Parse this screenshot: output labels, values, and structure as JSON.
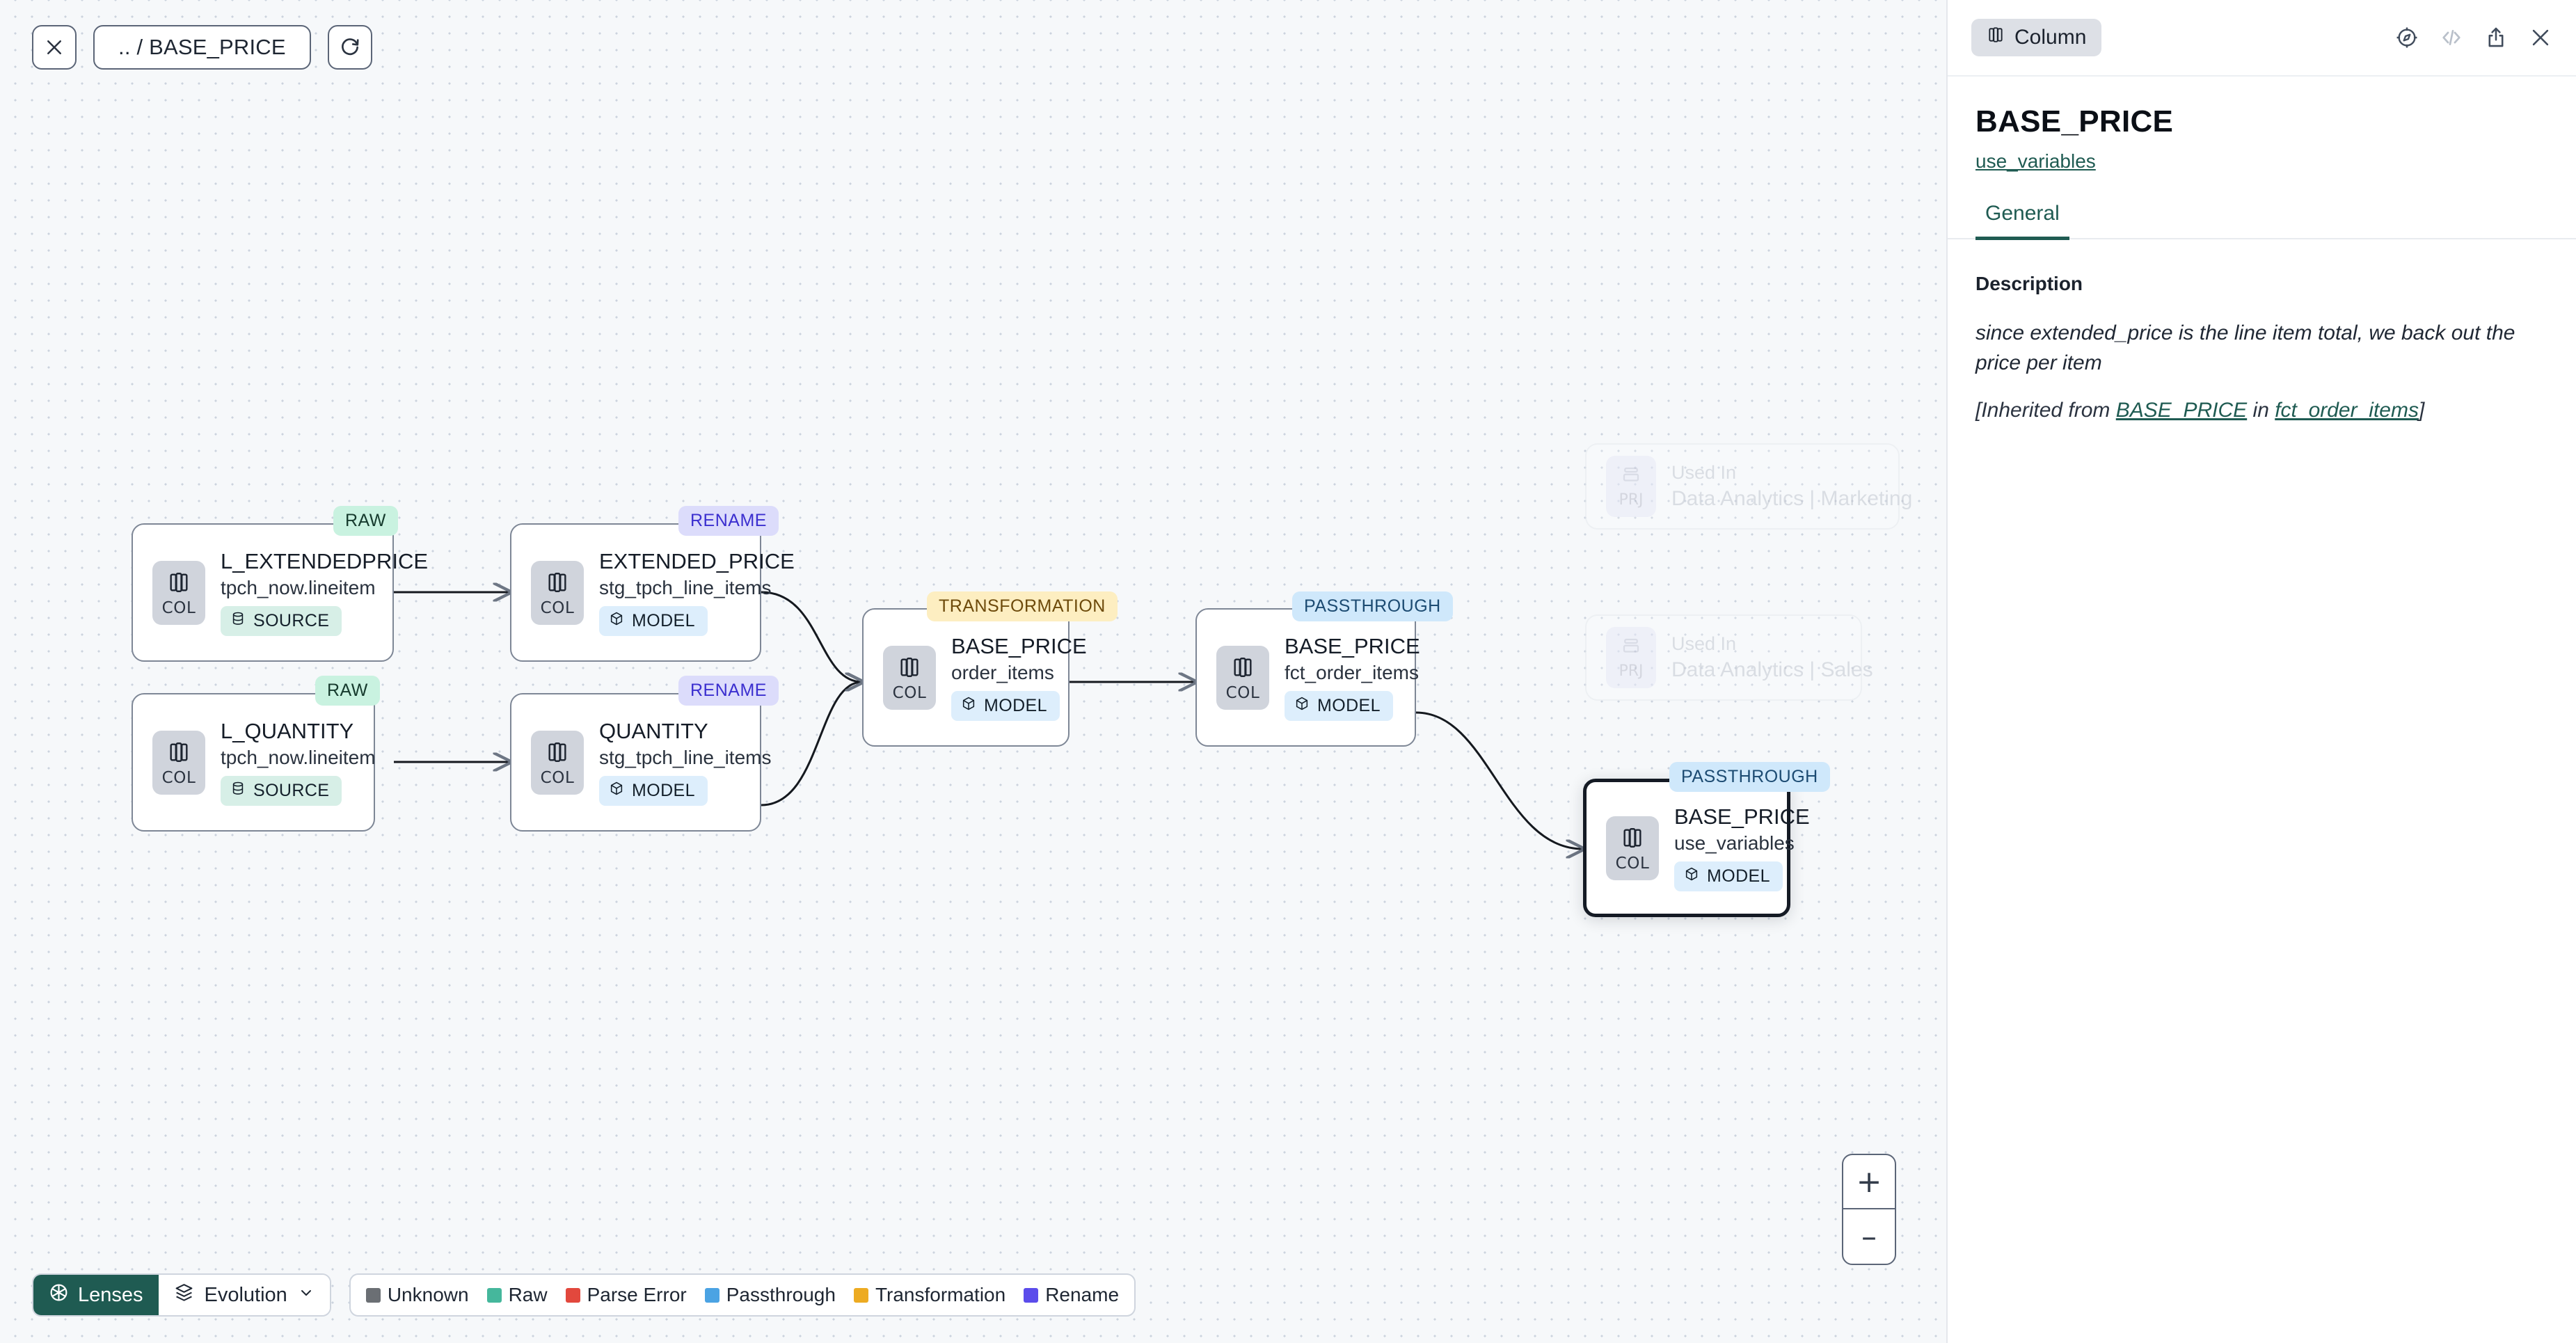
{
  "toolbar": {
    "close_icon": "close-icon",
    "breadcrumb": ".. / BASE_PRICE",
    "refresh_icon": "refresh-icon"
  },
  "graph": {
    "nodes": [
      {
        "id": "l_extendedprice",
        "title": "L_EXTENDEDPRICE",
        "subtitle": "tpch_now.lineitem",
        "icon_tag": "COL",
        "chip": "SOURCE",
        "chip_kind": "source",
        "badge": "RAW",
        "badge_kind": "raw",
        "selected": false
      },
      {
        "id": "l_quantity",
        "title": "L_QUANTITY",
        "subtitle": "tpch_now.lineitem",
        "icon_tag": "COL",
        "chip": "SOURCE",
        "chip_kind": "source",
        "badge": "RAW",
        "badge_kind": "raw",
        "selected": false
      },
      {
        "id": "extended_price",
        "title": "EXTENDED_PRICE",
        "subtitle": "stg_tpch_line_items",
        "icon_tag": "COL",
        "chip": "MODEL",
        "chip_kind": "model",
        "badge": "RENAME",
        "badge_kind": "rename",
        "selected": false
      },
      {
        "id": "quantity",
        "title": "QUANTITY",
        "subtitle": "stg_tpch_line_items",
        "icon_tag": "COL",
        "chip": "MODEL",
        "chip_kind": "model",
        "badge": "RENAME",
        "badge_kind": "rename",
        "selected": false
      },
      {
        "id": "base_price_order_items",
        "title": "BASE_PRICE",
        "subtitle": "order_items",
        "icon_tag": "COL",
        "chip": "MODEL",
        "chip_kind": "model",
        "badge": "TRANSFORMATION",
        "badge_kind": "transformation",
        "selected": false
      },
      {
        "id": "base_price_fct",
        "title": "BASE_PRICE",
        "subtitle": "fct_order_items",
        "icon_tag": "COL",
        "chip": "MODEL",
        "chip_kind": "model",
        "badge": "PASSTHROUGH",
        "badge_kind": "passthrough",
        "selected": false
      },
      {
        "id": "base_price_use_variables",
        "title": "BASE_PRICE",
        "subtitle": "use_variables",
        "icon_tag": "COL",
        "chip": "MODEL",
        "chip_kind": "model",
        "badge": "PASSTHROUGH",
        "badge_kind": "passthrough",
        "selected": true
      }
    ],
    "ghost_nodes": [
      {
        "id": "used-in-marketing",
        "icon_tag": "PRJ",
        "line1": "Used In",
        "line2": "Data Analytics | Marketing"
      },
      {
        "id": "used-in-sales",
        "icon_tag": "PRJ",
        "line1": "Used In",
        "line2": "Data Analytics | Sales"
      }
    ]
  },
  "bottom": {
    "lenses_label": "Lenses",
    "evolution_label": "Evolution",
    "legend": [
      {
        "label": "Unknown",
        "color": "#6b6f74"
      },
      {
        "label": "Raw",
        "color": "#45b79c"
      },
      {
        "label": "Parse Error",
        "color": "#e2483d"
      },
      {
        "label": "Passthrough",
        "color": "#4ba3e3"
      },
      {
        "label": "Transformation",
        "color": "#edab22"
      },
      {
        "label": "Rename",
        "color": "#5b4ceb"
      }
    ],
    "zoom_in": "+",
    "zoom_out": "–"
  },
  "panel": {
    "type_badge": "Column",
    "icons": [
      "compass-icon",
      "code-icon",
      "share-icon",
      "close-icon"
    ],
    "title": "BASE_PRICE",
    "parent_link": "use_variables",
    "tabs": [
      {
        "label": "General",
        "active": true
      }
    ],
    "description_label": "Description",
    "description_text": "since extended_price is the line item total, we back out the price per item",
    "inherited_prefix": "[Inherited from ",
    "inherited_link1": "BASE_PRICE",
    "inherited_mid": " in ",
    "inherited_link2": "fct_order_items",
    "inherited_suffix": "]"
  },
  "colors": {
    "accent": "#1f5b52",
    "canvas_bg": "#f6f8fa",
    "node_border": "#7e8796",
    "selected_border": "#141a24"
  }
}
